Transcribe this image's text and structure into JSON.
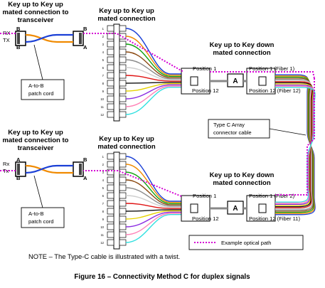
{
  "labels": {
    "top_left_title": [
      "Key up to Key up",
      "mated connection to",
      "transceiver"
    ],
    "top_mid_title": [
      "Key up to Key up",
      "mated connection"
    ],
    "top_right_title": [
      "Key up to Key down",
      "mated connection"
    ],
    "bottom_left_title": [
      "Key up to Key up",
      "mated connection to",
      "transceiver"
    ],
    "bottom_mid_title": [
      "Key up to Key up",
      "mated connection"
    ],
    "bottom_right_title": [
      "Key up to Key down",
      "mated connection"
    ],
    "rx": "RX",
    "tx": "TX",
    "rx2": "Rx",
    "tx2": "Tx",
    "b": "B",
    "a": "A",
    "patch_cord": [
      "A-to-B",
      "patch cord"
    ],
    "patch_cord2": [
      "A-to-B",
      "patch cord"
    ],
    "position1": "Position 1",
    "position12": "Position 12",
    "fiber1": "Position 1 (Fiber 1)",
    "fiber12": "Position 12 (Fiber 12)",
    "fiber2": "Position 1 (Fiber 2)",
    "fiber11": "Position 12 (Fiber 11)",
    "adapter": "A",
    "type_c": [
      "Type C Array",
      "connector cable"
    ],
    "legend": "Example optical path",
    "note": "NOTE – The Type-C cable is illustrated with a twist.",
    "caption": "Figure 16 – Connectivity Method C for duplex signals"
  },
  "panel_ports": [
    "1",
    "2",
    "3",
    "4",
    "5",
    "6",
    "7",
    "8",
    "9",
    "10",
    "11",
    "12"
  ],
  "colors": {
    "fibers": [
      "#1a3fd6",
      "#f08a00",
      "#12a312",
      "#8b4a12",
      "#8a8a8a",
      "#ffffff",
      "#e01515",
      "#111111",
      "#e6d200",
      "#8a2be2",
      "#ff7fb5",
      "#33e0e0"
    ],
    "optical_path": "#d400d4",
    "patch_blue": "#1a3fd6",
    "patch_orange": "#f08a00"
  }
}
